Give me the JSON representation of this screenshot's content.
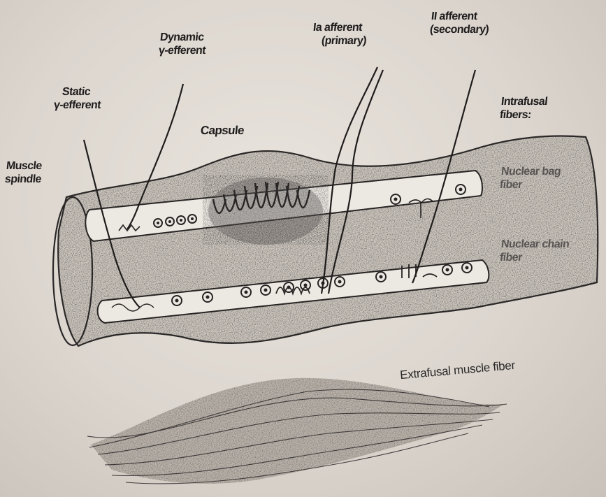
{
  "diagram": {
    "labels": {
      "dynamic_gamma": [
        "Dynamic",
        "γ-efferent"
      ],
      "ia_afferent": [
        "Ia afferent",
        "(primary)"
      ],
      "ii_afferent": [
        "II afferent",
        "(secondary)"
      ],
      "static_gamma": [
        "Static",
        "γ-efferent"
      ],
      "capsule": "Capsule",
      "intrafusal": [
        "Intrafusal",
        "fibers:"
      ],
      "muscle_spindle": [
        "Muscle",
        "spindle"
      ],
      "nuclear_bag": [
        "Nuclear bag",
        "fiber"
      ],
      "nuclear_chain": [
        "Nuclear chain",
        "fiber"
      ],
      "extrafusal": "Extrafusal muscle fiber"
    },
    "colors": {
      "ink": "#1e1c1c",
      "paper": "#e3ded7"
    }
  }
}
